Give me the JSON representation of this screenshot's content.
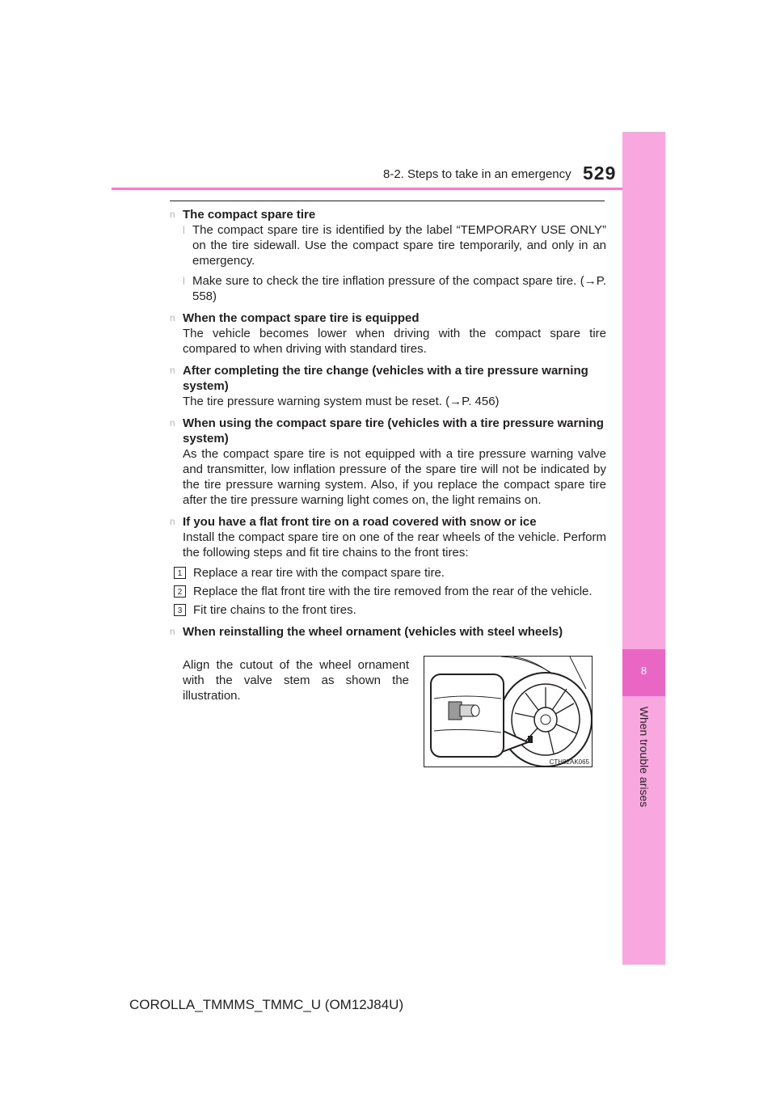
{
  "header": {
    "section": "8-2. Steps to take in an emergency",
    "page_number": "529"
  },
  "side_tab": {
    "chapter_number": "8",
    "chapter_title": "When trouble arises"
  },
  "marks": {
    "section": "n",
    "bullet": "l"
  },
  "sections": [
    {
      "heading": "The compact spare tire",
      "bullets": [
        "The compact spare tire is identified by the label “TEMPORARY USE ONLY” on the tire sidewall. Use the compact spare tire temporarily, and only in an emergency.",
        "Make sure to check the tire inflation pressure of the compact spare tire. (→P. 558)"
      ]
    },
    {
      "heading": "When the compact spare tire is equipped",
      "text": "The vehicle becomes lower when driving with the compact spare tire compared to when driving with standard tires."
    },
    {
      "heading": "After completing the tire change (vehicles with a tire pressure warning system)",
      "text": "The tire pressure warning system must be reset. (→P. 456)"
    },
    {
      "heading": "When using the compact spare tire (vehicles with a tire pressure warning system)",
      "text": "As the compact spare tire is not equipped with a tire pressure warning valve and transmitter, low inflation pressure of the spare tire will not be indicated by the tire pressure warning system. Also, if you replace the compact spare tire after the tire pressure warning light comes on, the light remains on."
    },
    {
      "heading": "If you have a flat front tire on a road covered with snow or ice",
      "text": "Install the compact spare tire on one of the rear wheels of the vehicle. Perform the following steps and fit tire chains to the front tires:",
      "steps": [
        {
          "num": "1",
          "text": "Replace a rear tire with the compact spare tire."
        },
        {
          "num": "2",
          "text": "Replace the flat front tire with the tire removed from the rear of the vehicle."
        },
        {
          "num": "3",
          "text": "Fit tire chains to the front tires."
        }
      ]
    },
    {
      "heading": "When reinstalling the wheel ornament (vehicles with steel wheels)",
      "text": "Align the cutout of the wheel ornament with the valve stem as shown the illustration."
    }
  ],
  "figure": {
    "code": "CTH82AK065"
  },
  "footer": {
    "text": "COROLLA_TMMMS_TMMC_U (OM12J84U)"
  }
}
